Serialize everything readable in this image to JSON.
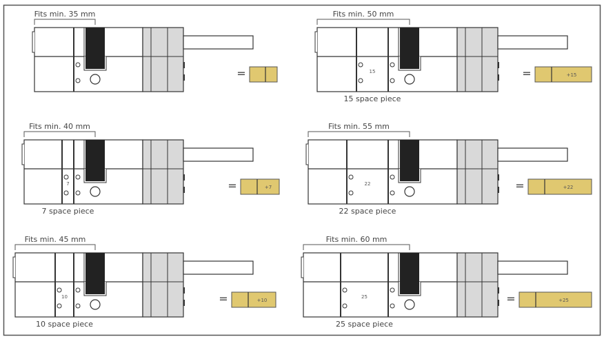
{
  "panels": [
    {
      "fits": "Fits min. 35 mm",
      "spacer_label": null,
      "caption": null,
      "result_label": "",
      "equals": "="
    },
    {
      "fits": "Fits min. 50 mm",
      "spacer_label": "15",
      "caption": "15 space piece",
      "result_label": "+15",
      "equals": "="
    },
    {
      "fits": "Fits min. 40 mm",
      "spacer_label": "7",
      "caption": "7 space piece",
      "result_label": "+7",
      "equals": "="
    },
    {
      "fits": "Fits min. 55 mm",
      "spacer_label": "22",
      "caption": "22 space piece",
      "result_label": "+22",
      "equals": "="
    },
    {
      "fits": "Fits min. 45 mm",
      "spacer_label": "10",
      "caption": "10 space piece",
      "result_label": "+10",
      "equals": "="
    },
    {
      "fits": "Fits min. 60 mm",
      "spacer_label": "25",
      "caption": "25 space piece",
      "result_label": "+25",
      "equals": "="
    }
  ],
  "colors": {
    "cam": "#222222",
    "gray": "#d9d9d9",
    "gold": "#e0c870",
    "line": "#333333"
  }
}
